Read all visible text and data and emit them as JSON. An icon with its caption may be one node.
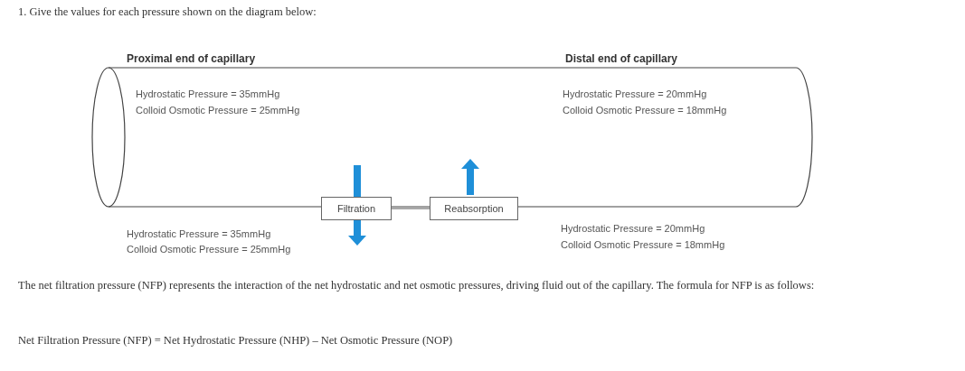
{
  "diagram": {
    "title": "1.  Give the values for each pressure shown on the diagram below:",
    "nodes": [
      {
        "text": [
          "Filtration"
        ]
      },
      {
        "text": [
          "Reabsorption"
        ]
      }
    ],
    "edges": [
      {
        "from": 0,
        "to": 1,
        "arrow": "none"
      }
    ],
    "labels": [
      "Proximal end of capillary",
      "Distal end of capillary",
      "Hydrostatic Pressure = 35mmHg",
      "Colloid Osmotic Pressure = 25mmHg",
      "Hydrostatic Pressure = 20mmHg",
      "Colloid Osmotic Pressure = 18mmHg",
      "Hydrostatic Pressure = 35mmHg",
      "Colloid Osmotic Pressure = 25mmHg",
      "Hydrostatic Pressure = 20mmHg",
      "Colloid Osmotic Pressure = 18mmHg",
      "The net filtration pressure (NFP) represents the interaction of the net hydrostatic and net osmotic pressures, driving fluid out of the capillary. The formula for NFP is as follows:",
      "Net Filtration Pressure (NFP) = Net Hydrostatic Pressure (NHP) – Net Osmotic Pressure (NOP)"
    ]
  }
}
